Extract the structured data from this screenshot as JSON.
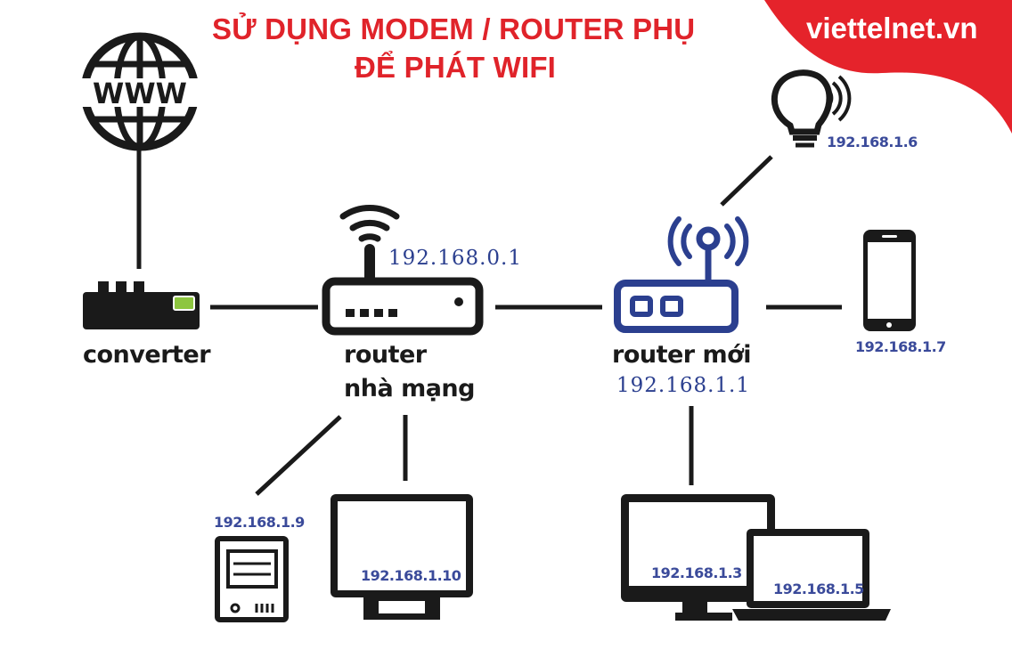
{
  "title": {
    "line1": "SỬ DỤNG MODEM / ROUTER PHỤ",
    "line2": "ĐỂ PHÁT WIFI"
  },
  "brand": {
    "text": "viettelnet.vn",
    "banner_color": "#e5232b"
  },
  "colors": {
    "title": "#e0232a",
    "ip": "#2b3f8f",
    "device": "#1a1a1a"
  },
  "devices": {
    "internet": {
      "icon": "globe-www-icon"
    },
    "converter": {
      "label": "converter",
      "icon": "converter-icon"
    },
    "isp_router": {
      "label_line1": "router",
      "label_line2": "nhà mạng",
      "ip": "192.168.0.1",
      "icon": "wifi-router-icon"
    },
    "new_router": {
      "label": "router mới",
      "ip": "192.168.1.1",
      "icon": "wireless-router-icon"
    },
    "bulb": {
      "ip": "192.168.1.6",
      "icon": "smart-bulb-icon"
    },
    "phone": {
      "ip": "192.168.1.7",
      "icon": "smartphone-icon"
    },
    "pc_tower": {
      "ip": "192.168.1.9",
      "icon": "pc-tower-icon"
    },
    "monitor": {
      "ip": "192.168.1.10",
      "icon": "monitor-icon"
    },
    "desktop": {
      "ip": "192.168.1.3",
      "icon": "desktop-monitor-icon"
    },
    "laptop": {
      "ip": "192.168.1.5",
      "icon": "laptop-icon"
    }
  }
}
